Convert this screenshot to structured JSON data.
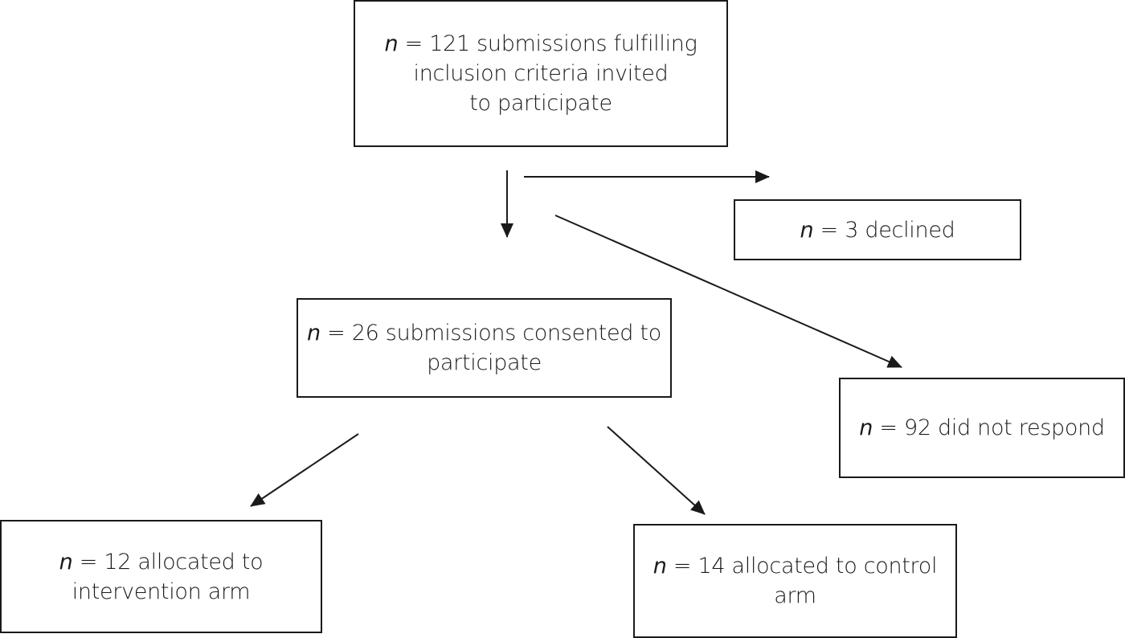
{
  "nodes": {
    "invited": {
      "n_label": "n",
      "lines": [
        "= 121 submissions fulfilling",
        "inclusion criteria invited",
        "to participate"
      ]
    },
    "declined": {
      "n_label": "n",
      "lines": [
        "= 3 declined"
      ]
    },
    "consented": {
      "n_label": "n",
      "lines": [
        "= 26 submissions consented to",
        "participate"
      ]
    },
    "no_response": {
      "n_label": "n",
      "lines": [
        "= 92 did not respond"
      ]
    },
    "intervention": {
      "n_label": "n",
      "lines": [
        "= 12 allocated to",
        "intervention arm"
      ]
    },
    "control": {
      "n_label": "n",
      "lines": [
        "= 14 allocated to control",
        "arm"
      ]
    }
  },
  "edges": [
    {
      "from": "invited",
      "to": "consented"
    },
    {
      "from": "invited",
      "to": "declined"
    },
    {
      "from": "invited",
      "to": "no_response"
    },
    {
      "from": "consented",
      "to": "intervention"
    },
    {
      "from": "consented",
      "to": "control"
    }
  ],
  "colors": {
    "stroke": "#1a1a1a",
    "background": "#ffffff"
  }
}
